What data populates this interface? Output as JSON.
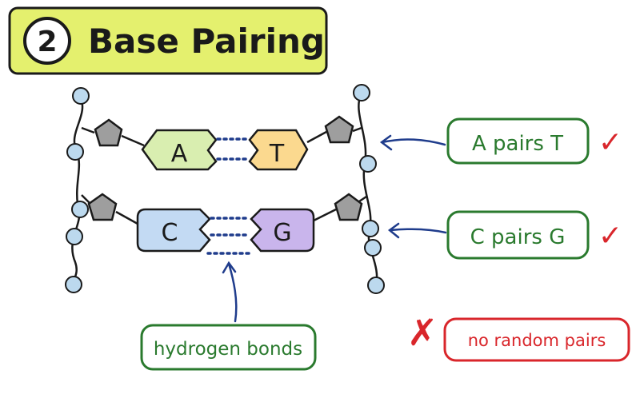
{
  "title": {
    "number": "2",
    "text": "Base Pairing"
  },
  "bases": {
    "a": "A",
    "t": "T",
    "c": "C",
    "g": "G"
  },
  "callouts": {
    "at": "A pairs T",
    "cg": "C pairs G",
    "hydrogen": "hydrogen bonds",
    "no_random": "no random pairs"
  },
  "marks": {
    "check": "✓",
    "cross": "✗"
  },
  "colors": {
    "title_bg": "#e4f06e",
    "ink": "#1a1a1a",
    "phosphate": "#bcd9ee",
    "sugar": "#9e9e9e",
    "adenine": "#d9eeb0",
    "thymine": "#fbd98f",
    "cytosine": "#c3daf3",
    "guanine": "#c9b5ec",
    "bond": "#1f3c8c",
    "arrow": "#1f3c8c",
    "callout": "#2a7a2e",
    "warning": "#d9262b"
  }
}
